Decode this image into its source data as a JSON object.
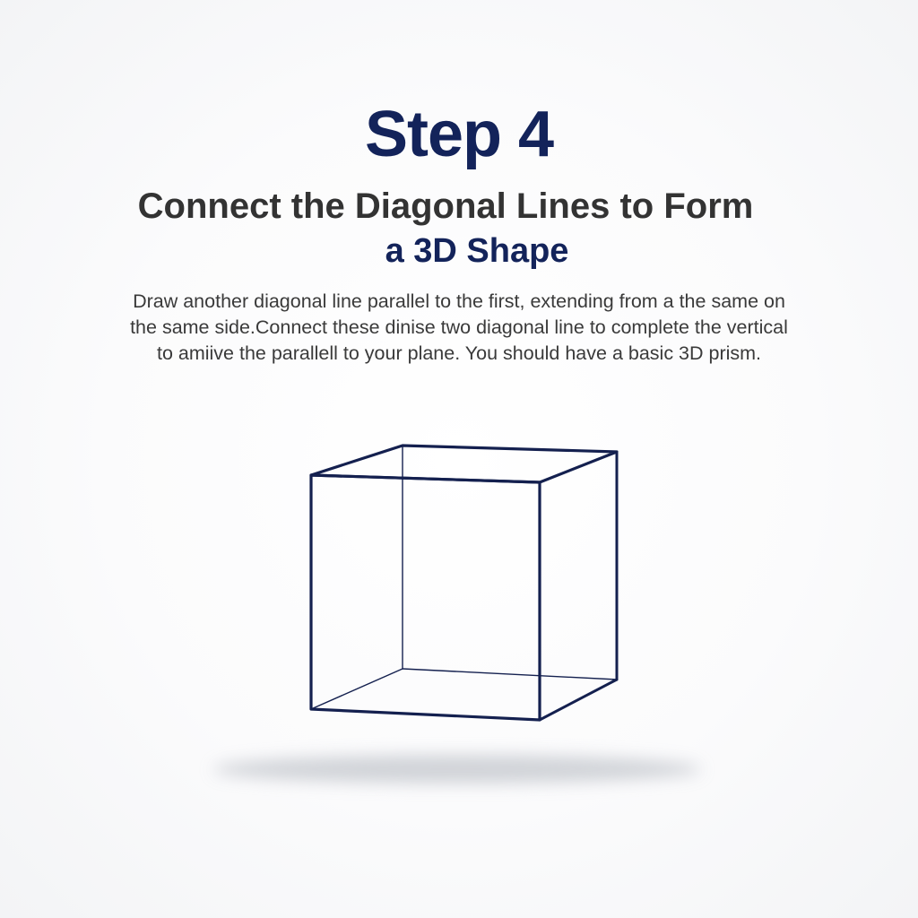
{
  "colors": {
    "title": "#13235a",
    "heading_dark": "#333333",
    "heading_accent": "#13235a",
    "body_text": "#3a3a3a",
    "cube_stroke": "#14204f",
    "shadow": "#c9ccd2"
  },
  "header": {
    "step_title": "Step 4",
    "heading_line1": "Connect the Diagonal Lines to Form",
    "heading_line2": "a 3D Shape"
  },
  "instructions": {
    "lines": [
      "Draw another diagonal line parallel to the first, extending from a the same on",
      "the same side.Connect these dinise two diagonal line to complete the vertical",
      "to amiive the parallell to your plane. You should have a basic 3D prism."
    ]
  },
  "illustration": {
    "shape": "wireframe cube",
    "has_shadow": true
  }
}
